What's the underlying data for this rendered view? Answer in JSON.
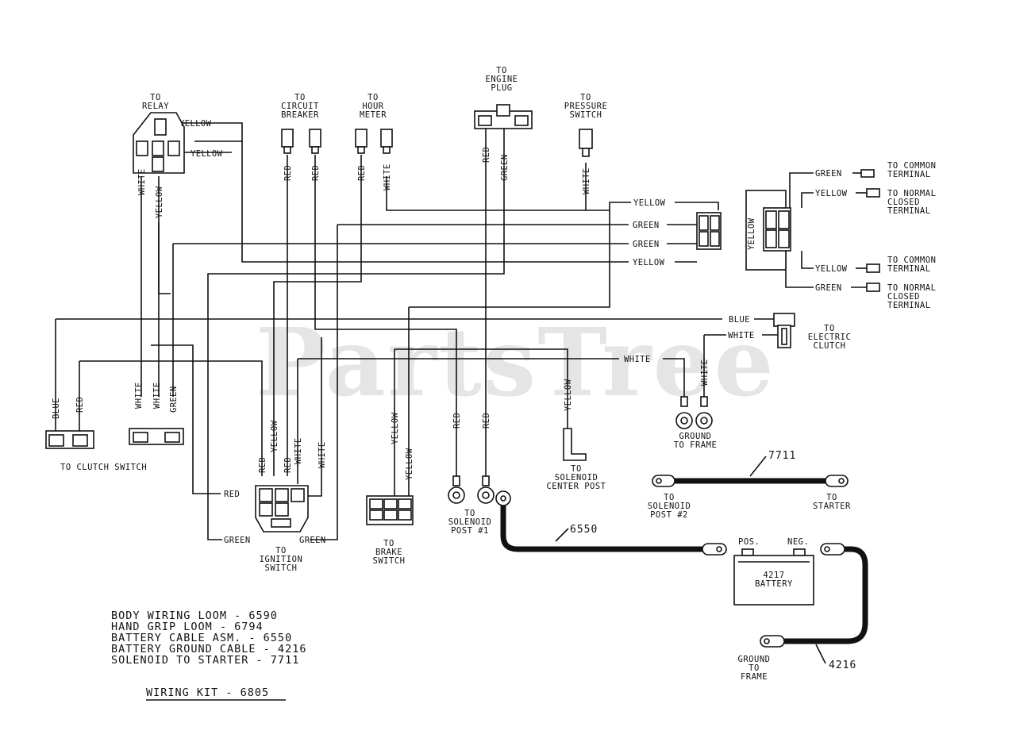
{
  "captions": {
    "relay": [
      "TO",
      "RELAY"
    ],
    "circuit_breaker": [
      "TO",
      "CIRCUIT",
      "BREAKER"
    ],
    "hour_meter": [
      "TO",
      "HOUR",
      "METER"
    ],
    "engine_plug": [
      "TO",
      "ENGINE",
      "PLUG"
    ],
    "pressure_switch": [
      "TO",
      "PRESSURE",
      "SWITCH"
    ],
    "common_terminal_1": [
      "TO COMMON",
      "TERMINAL"
    ],
    "normal_closed_1": [
      "TO NORMAL",
      "CLOSED",
      "TERMINAL"
    ],
    "common_terminal_2": [
      "TO COMMON",
      "TERMINAL"
    ],
    "normal_closed_2": [
      "TO NORMAL",
      "CLOSED",
      "TERMINAL"
    ],
    "electric_clutch": [
      "TO",
      "ELECTRIC",
      "CLUTCH"
    ],
    "clutch_switch": [
      "TO CLUTCH SWITCH"
    ],
    "ignition_switch": [
      "TO",
      "IGNITION",
      "SWITCH"
    ],
    "brake_switch": [
      "TO",
      "BRAKE",
      "SWITCH"
    ],
    "solenoid_post1": [
      "TO",
      "SOLENOID",
      "POST #1"
    ],
    "solenoid_center": [
      "TO",
      "SOLENOID",
      "CENTER POST"
    ],
    "ground_frame_top": [
      "GROUND",
      "TO FRAME"
    ],
    "solenoid_post2": [
      "TO",
      "SOLENOID",
      "POST #2"
    ],
    "starter": [
      "TO",
      "STARTER"
    ],
    "ground_frame_bottom": [
      "GROUND",
      "TO",
      "FRAME"
    ]
  },
  "wire_labels": {
    "yellow": "YELLOW",
    "white": "WHITE",
    "green": "GREEN",
    "red": "RED",
    "blue": "BLUE"
  },
  "battery": {
    "pos": "POS.",
    "neg": "NEG.",
    "label": [
      "4217",
      "BATTERY"
    ]
  },
  "part_numbers": {
    "starter_cable": "7711",
    "battery_cable": "6550",
    "ground_cable": "4216"
  },
  "legend": [
    "BODY WIRING LOOM - 6590",
    "HAND GRIP LOOM - 6794",
    "BATTERY CABLE ASM. - 6550",
    "BATTERY GROUND CABLE - 4216",
    "SOLENOID TO STARTER - 7711"
  ],
  "kit_title": "WIRING KIT - 6805",
  "watermark": "PartsTree"
}
